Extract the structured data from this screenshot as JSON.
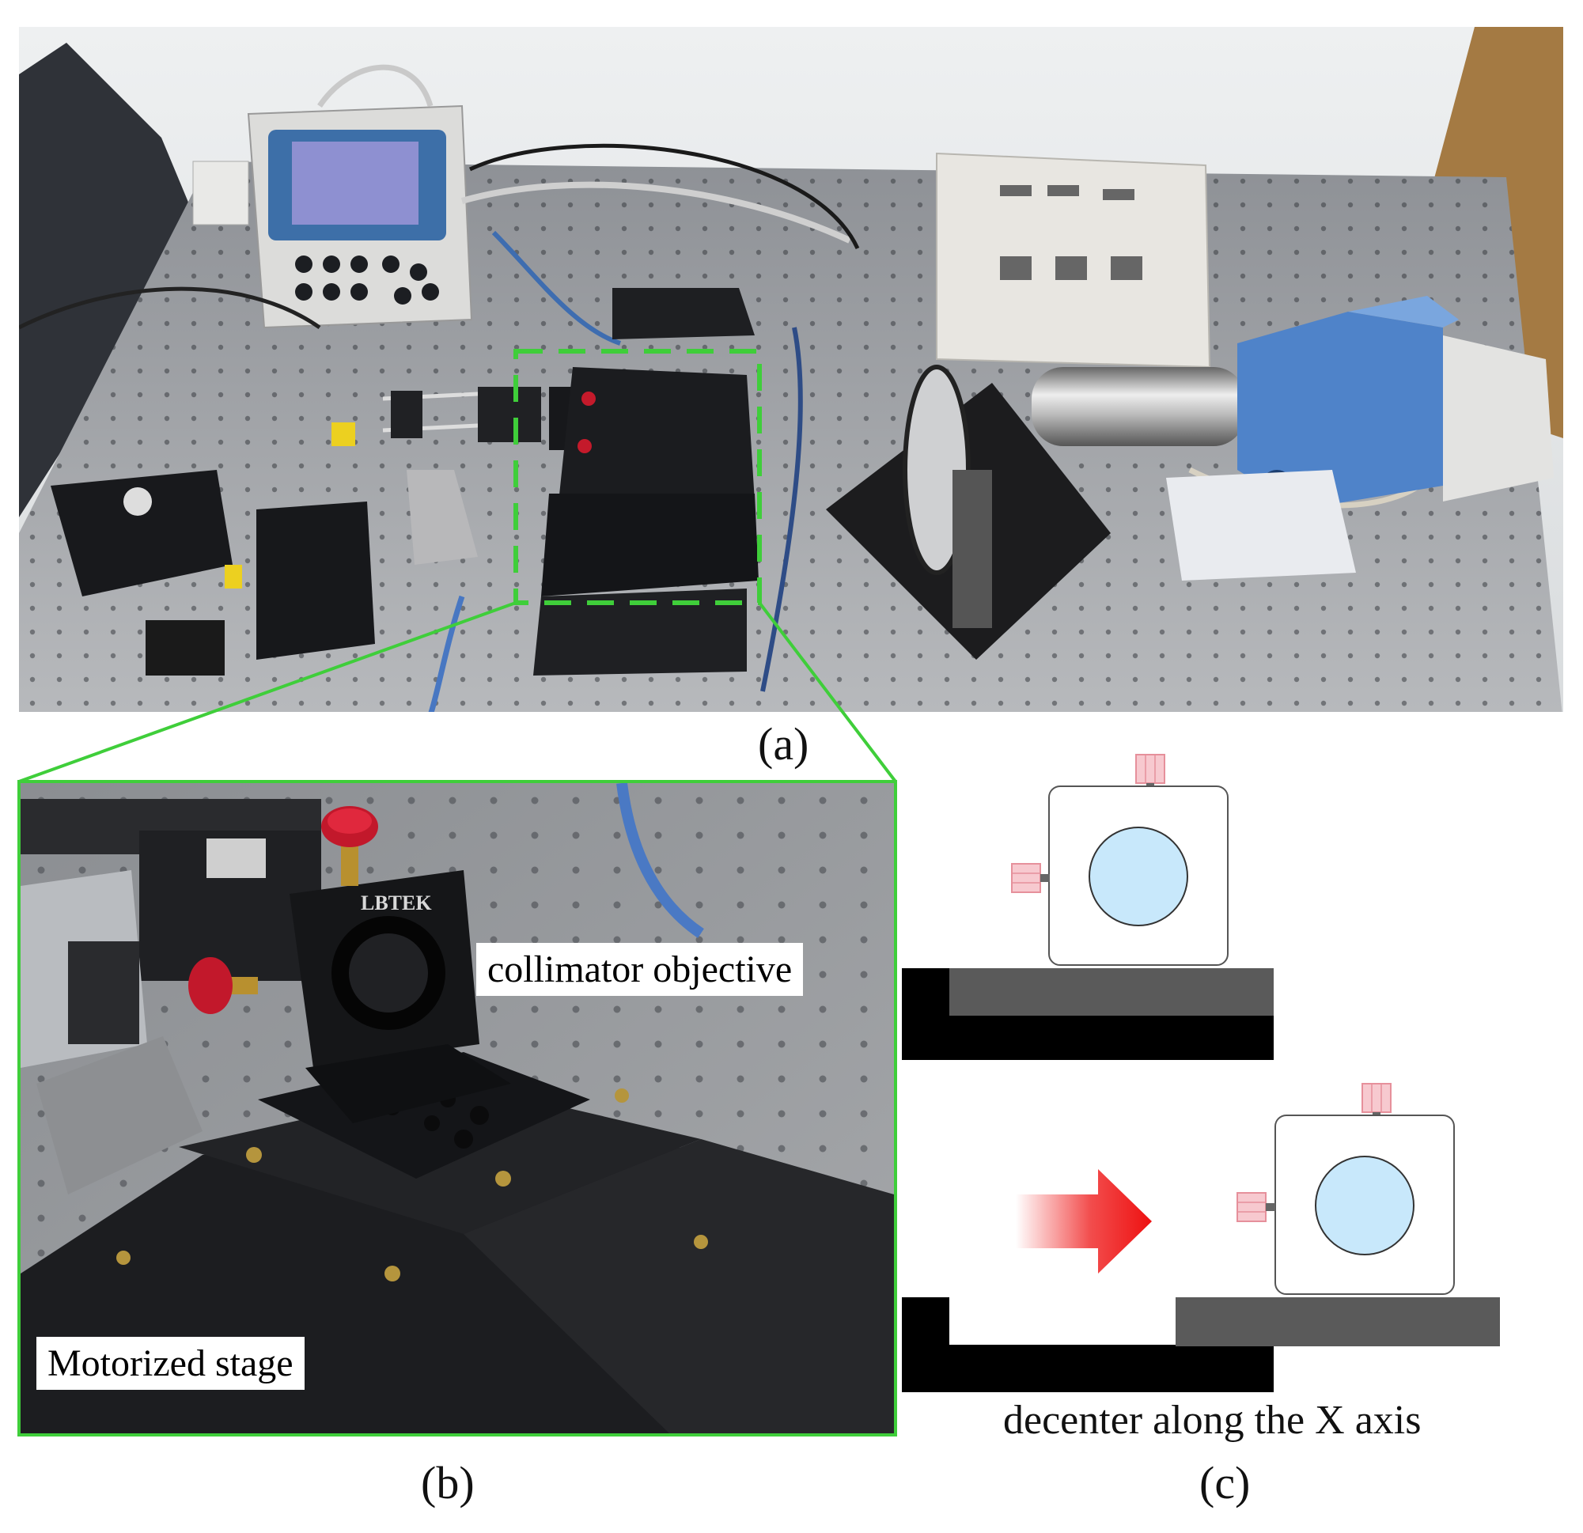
{
  "figure": {
    "panel_a": {
      "caption": "(a)",
      "devices": {
        "controller_screen": "controller-display",
        "motorized_stage": "motorized-stage",
        "light_source": "light-source-box",
        "spectrometer": "blue-spectrometer"
      }
    },
    "panel_b": {
      "caption": "(b)",
      "labels": {
        "collimator": "collimator objective",
        "stage": "Motorized stage"
      },
      "mount_brand": "LBTEK"
    },
    "panel_c": {
      "caption": "(c)",
      "description_label": "decenter along the X axis"
    },
    "colors": {
      "highlight_green": "#3fce3a",
      "lens_fill": "#c8e8fb",
      "knob_pink": "#f7c9cf",
      "arrow_red": "#ee1111",
      "stage_gray": "#5a5a5a"
    }
  }
}
